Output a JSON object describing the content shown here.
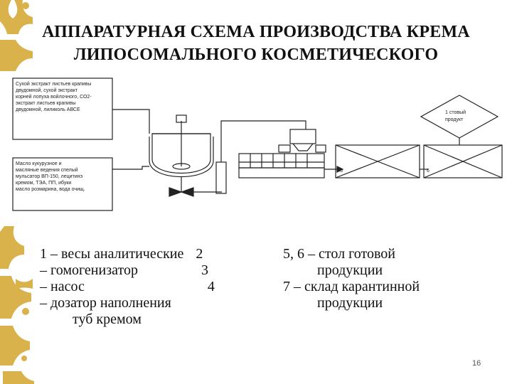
{
  "title_line1": "АППАРАТУРНАЯ СХЕМА ПРОИЗВОДСТВА КРЕМА",
  "title_line2": "ЛИПОСОМАЛЬНОГО КОСМЕТИЧЕСКОГО",
  "diagram": {
    "box1_lines": [
      "Сухой экстракт листьев крапивы",
      "двудомной, сухой экстракт",
      "корней лопуха войлочного, СО2-",
      "экстракт листьев крапивы",
      "двудомной, лиликоль АВСЕ"
    ],
    "box2_lines": [
      "Масло кукурузное и",
      "масляные ведения спелый",
      "мульсатор ВП-150, лецитинэ",
      "кремом, ТЭА, ПП, ибуки",
      "масло розмарина, вода очищ."
    ],
    "diamond_lines": [
      "1 стовый",
      "продукт"
    ],
    "label_5": "5",
    "label_6": "6"
  },
  "legend_left": {
    "line1": "1 – весы аналитические",
    "line1_num": "2",
    "line2": "– гомогенизатор",
    "line2_num": "3",
    "line3": "– насос",
    "line3_num": "4",
    "line4": "– дозатор наполнения",
    "line5": "туб кремом"
  },
  "legend_right": {
    "line1": "5, 6 – стол готовой",
    "line2": "продукции",
    "line3": "7 – склад карантинной",
    "line4": "продукции"
  },
  "page_number": "16",
  "colors": {
    "ornament": "#d9b24c",
    "line": "#222222"
  }
}
